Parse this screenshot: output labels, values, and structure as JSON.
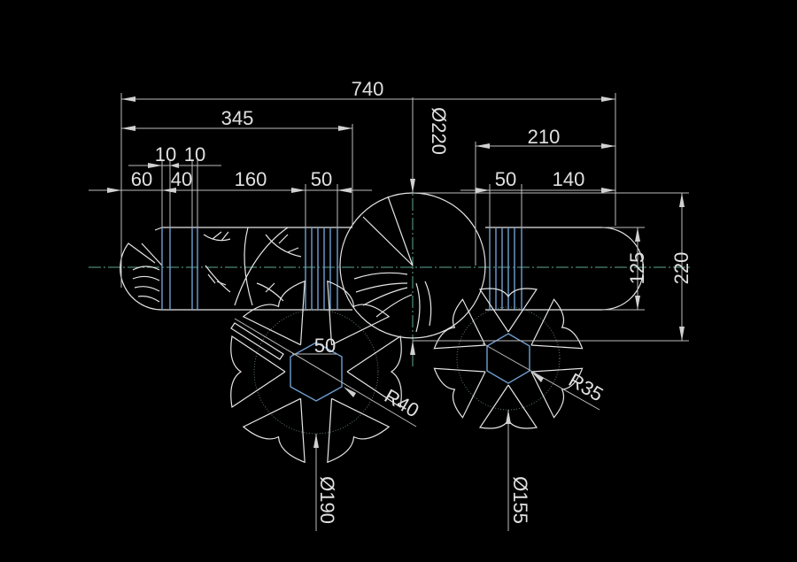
{
  "drawing": {
    "colors": {
      "background": "#000000",
      "lines": "#e6e6e6",
      "hidden": "#6f9fd0",
      "center": "#5fa894"
    },
    "dimensions": {
      "overall_length": "740",
      "left_length": "345",
      "d_big": "Ø220",
      "right_length": "210",
      "seg_60": "60",
      "seg_10a": "10",
      "seg_10b": "10",
      "seg_40": "40",
      "seg_160": "160",
      "seg_50_left": "50",
      "seg_50_right": "50",
      "seg_140": "140",
      "bar_height": "125",
      "total_height": "220",
      "hex_50": "50",
      "r40": "R40",
      "r35": "R35",
      "d190": "Ø190",
      "d155": "Ø155"
    }
  }
}
